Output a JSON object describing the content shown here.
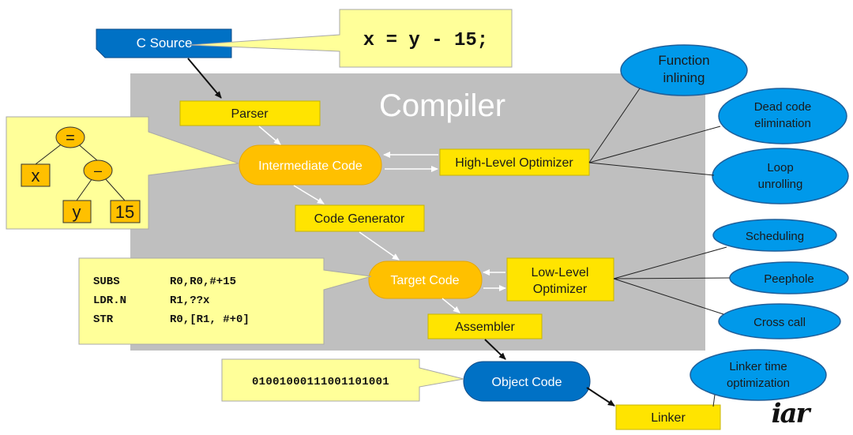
{
  "source": {
    "label": "C Source",
    "code": "x = y - 15;"
  },
  "compiler": {
    "title": "Compiler"
  },
  "stages": {
    "parser": "Parser",
    "intermediate": "Intermediate Code",
    "high_opt": "High-Level Optimizer",
    "codegen": "Code Generator",
    "target": "Target Code",
    "low_opt_line1": "Low-Level",
    "low_opt_line2": "Optimizer",
    "assembler": "Assembler",
    "object": "Object Code",
    "linker": "Linker"
  },
  "high_level_opts": [
    {
      "line1": "Function",
      "line2": "inlining"
    },
    {
      "line1": "Dead code",
      "line2": "elimination"
    },
    {
      "line1": "Loop",
      "line2": "unrolling"
    }
  ],
  "low_level_opts": [
    "Scheduling",
    "Peephole",
    "Cross call"
  ],
  "linker_opt": {
    "line1": "Linker time",
    "line2": "optimization"
  },
  "tree": {
    "root": "=",
    "left": "x",
    "minus": "–",
    "y": "y",
    "const": "15"
  },
  "asm": [
    {
      "op": "SUBS",
      "args": "R0,R0,#+15"
    },
    {
      "op": "LDR.N",
      "args": "R1,??x"
    },
    {
      "op": "STR",
      "args": "R0,[R1, #+0]"
    }
  ],
  "binary": "01001000111001101001",
  "logo": "iar"
}
